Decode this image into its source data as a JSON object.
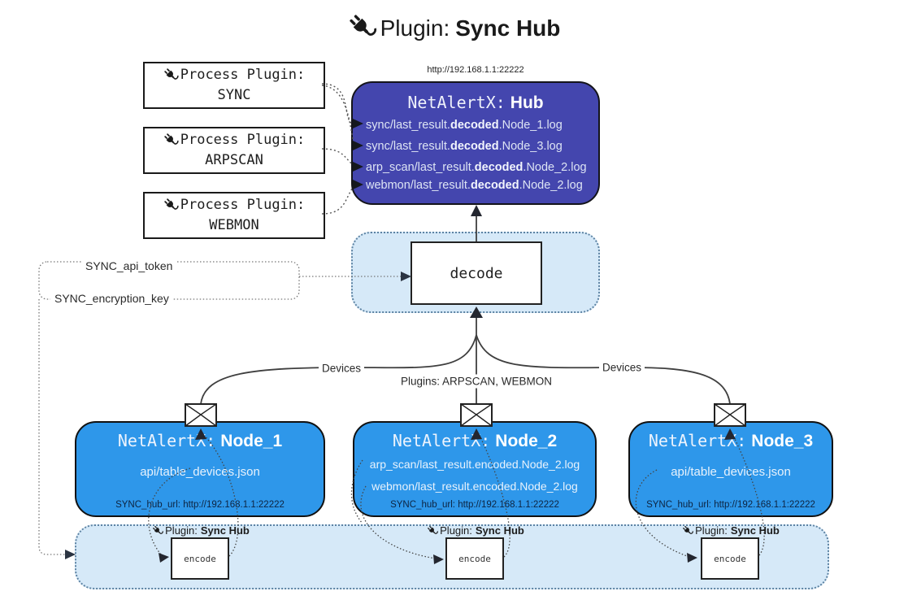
{
  "title": {
    "prefix": "Plugin:",
    "name": "Sync Hub"
  },
  "hub": {
    "url": "http://192.168.1.1:22222",
    "title_prefix": "NetAlertX:",
    "title_name": "Hub",
    "files": [
      {
        "pre": "sync/last_result.",
        "mid": "decoded",
        "post": ".Node_1.log"
      },
      {
        "pre": "sync/last_result.",
        "mid": "decoded",
        "post": ".Node_3.log"
      },
      {
        "pre": "arp_scan/last_result.",
        "mid": "decoded",
        "post": ".Node_2.log"
      },
      {
        "pre": "webmon/last_result.",
        "mid": "decoded",
        "post": ".Node_2.log"
      }
    ]
  },
  "process_plugins": [
    {
      "label": "Process Plugin:",
      "name": "SYNC"
    },
    {
      "label": "Process Plugin:",
      "name": "ARPSCAN"
    },
    {
      "label": "Process Plugin:",
      "name": "WEBMON"
    }
  ],
  "settings": {
    "api_token": "SYNC_api_token",
    "encryption_key": "SYNC_encryption_key"
  },
  "decode_label": "decode",
  "edge_labels": {
    "devices_left": "Devices",
    "plugins_mid": "Plugins: ARPSCAN, WEBMON",
    "devices_right": "Devices"
  },
  "nodes": [
    {
      "title_prefix": "NetAlertX:",
      "title_name": "Node_1",
      "files": [
        "api/table_devices.json"
      ],
      "hub_url": "SYNC_hub_url: http://192.168.1.1:22222"
    },
    {
      "title_prefix": "NetAlertX:",
      "title_name": "Node_2",
      "files": [
        "arp_scan/last_result.encoded.Node_2.log",
        "webmon/last_result.encoded.Node_2.log"
      ],
      "hub_url": "SYNC_hub_url: http://192.168.1.1:22222"
    },
    {
      "title_prefix": "NetAlertX:",
      "title_name": "Node_3",
      "files": [
        "api/table_devices.json"
      ],
      "hub_url": "SYNC_hub_url: http://192.168.1.1:22222"
    }
  ],
  "encoders": [
    {
      "plugin_prefix": "Plugin:",
      "plugin_name": "Sync Hub",
      "box_label": "encode"
    },
    {
      "plugin_prefix": "Plugin:",
      "plugin_name": "Sync Hub",
      "box_label": "encode"
    },
    {
      "plugin_prefix": "Plugin:",
      "plugin_name": "Sync Hub",
      "box_label": "encode"
    }
  ],
  "colors": {
    "hub_fill": "#4446ae",
    "node_fill": "#2e97ea",
    "container_fill": "#d6e9f8",
    "container_border": "#5d83a3",
    "line": "#3f3f3f",
    "arrow": "#23262f"
  }
}
